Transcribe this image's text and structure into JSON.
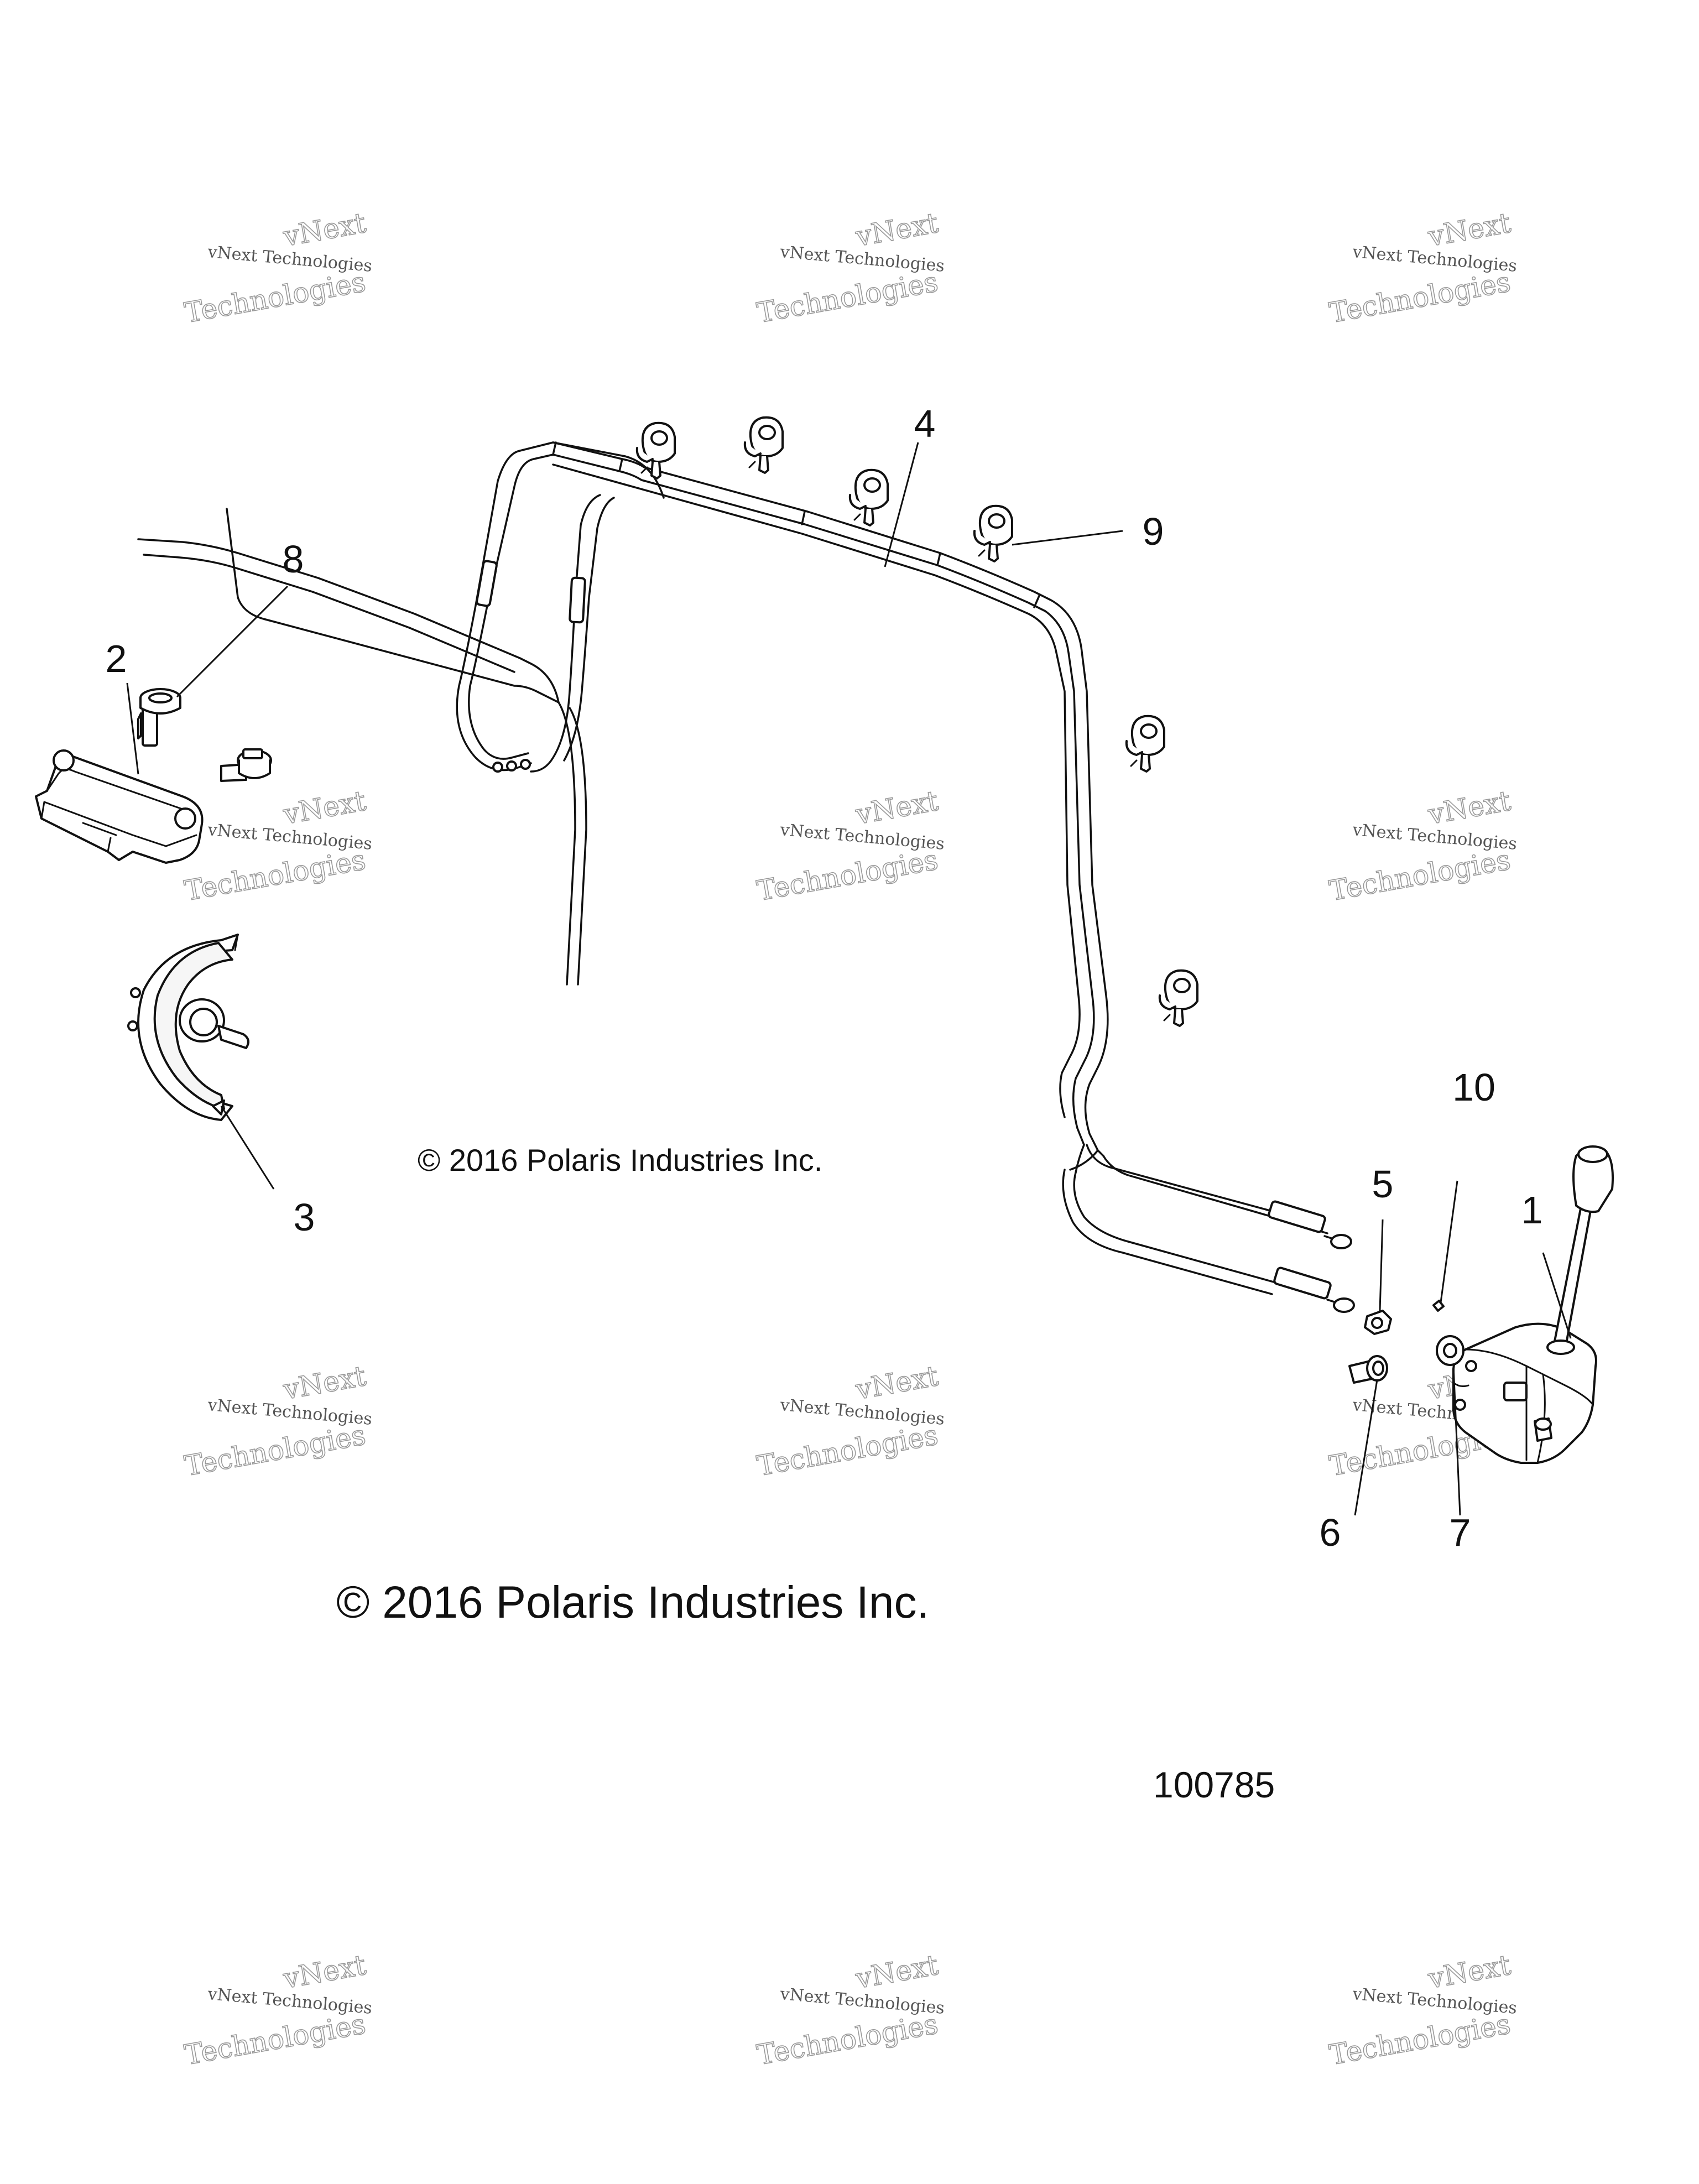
{
  "diagram": {
    "callouts": [
      {
        "id": "1",
        "label": "1"
      },
      {
        "id": "2",
        "label": "2"
      },
      {
        "id": "3",
        "label": "3"
      },
      {
        "id": "4",
        "label": "4"
      },
      {
        "id": "5",
        "label": "5"
      },
      {
        "id": "6",
        "label": "6"
      },
      {
        "id": "7",
        "label": "7"
      },
      {
        "id": "8",
        "label": "8"
      },
      {
        "id": "9",
        "label": "9"
      },
      {
        "id": "10",
        "label": "10"
      }
    ],
    "copyright_small": "© 2016 Polaris Industries Inc.",
    "copyright_large": "© 2016 Polaris Industries Inc.",
    "diagram_number": "100785"
  },
  "watermark": {
    "line_top": "vNext",
    "line_mid": "vNext Technologies",
    "line_big": "Technologies"
  }
}
